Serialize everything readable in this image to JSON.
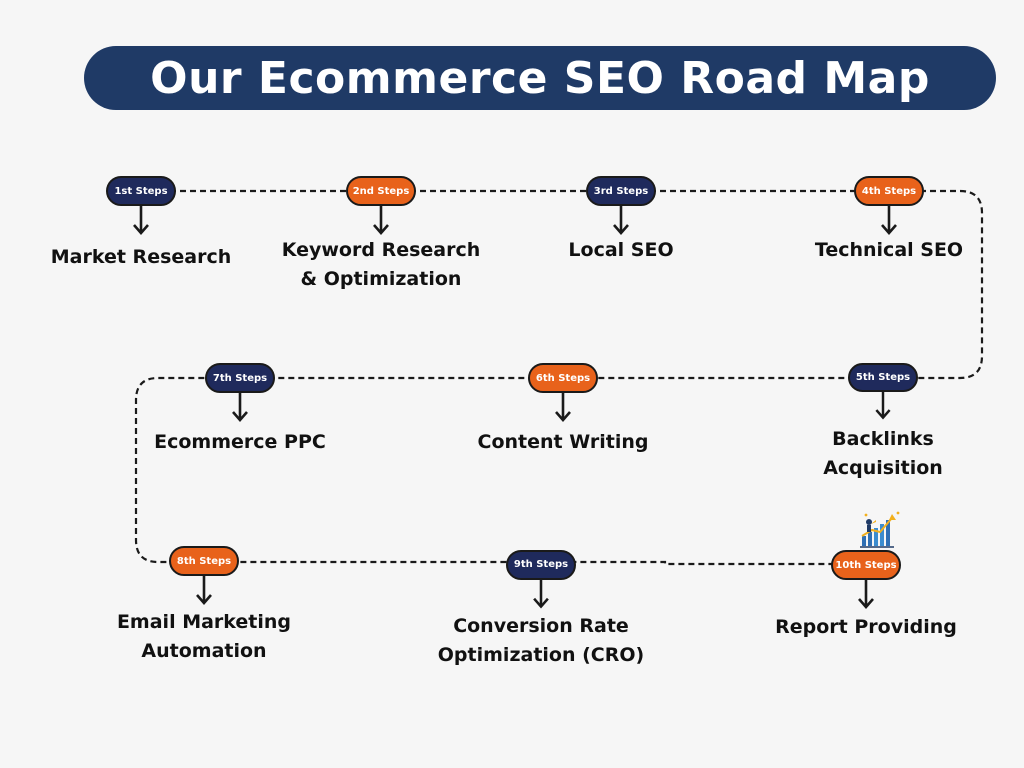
{
  "title": "Our Ecommerce SEO Road Map",
  "colors": {
    "banner": "#1f3a66",
    "navy_pill": "#1f2a5c",
    "orange_pill": "#e8621b",
    "line": "#1a1a1a",
    "background": "#f6f6f6"
  },
  "steps": [
    {
      "badge": "1st Steps",
      "label": "Market Research",
      "color": "navy"
    },
    {
      "badge": "2nd Steps",
      "label": "Keyword Research\n& Optimization",
      "color": "orange"
    },
    {
      "badge": "3rd Steps",
      "label": "Local SEO",
      "color": "navy"
    },
    {
      "badge": "4th Steps",
      "label": "Technical SEO",
      "color": "orange"
    },
    {
      "badge": "5th Steps",
      "label": "Backlinks\nAcquisition",
      "color": "navy"
    },
    {
      "badge": "6th Steps",
      "label": "Content Writing",
      "color": "orange"
    },
    {
      "badge": "7th Steps",
      "label": "Ecommerce PPC",
      "color": "navy"
    },
    {
      "badge": "8th Steps",
      "label": "Email Marketing\nAutomation",
      "color": "orange"
    },
    {
      "badge": "9th Steps",
      "label": "Conversion Rate\nOptimization (CRO)",
      "color": "navy"
    },
    {
      "badge": "10th Steps",
      "label": "Report Providing",
      "color": "orange",
      "icon": "growth-chart-icon"
    }
  ]
}
